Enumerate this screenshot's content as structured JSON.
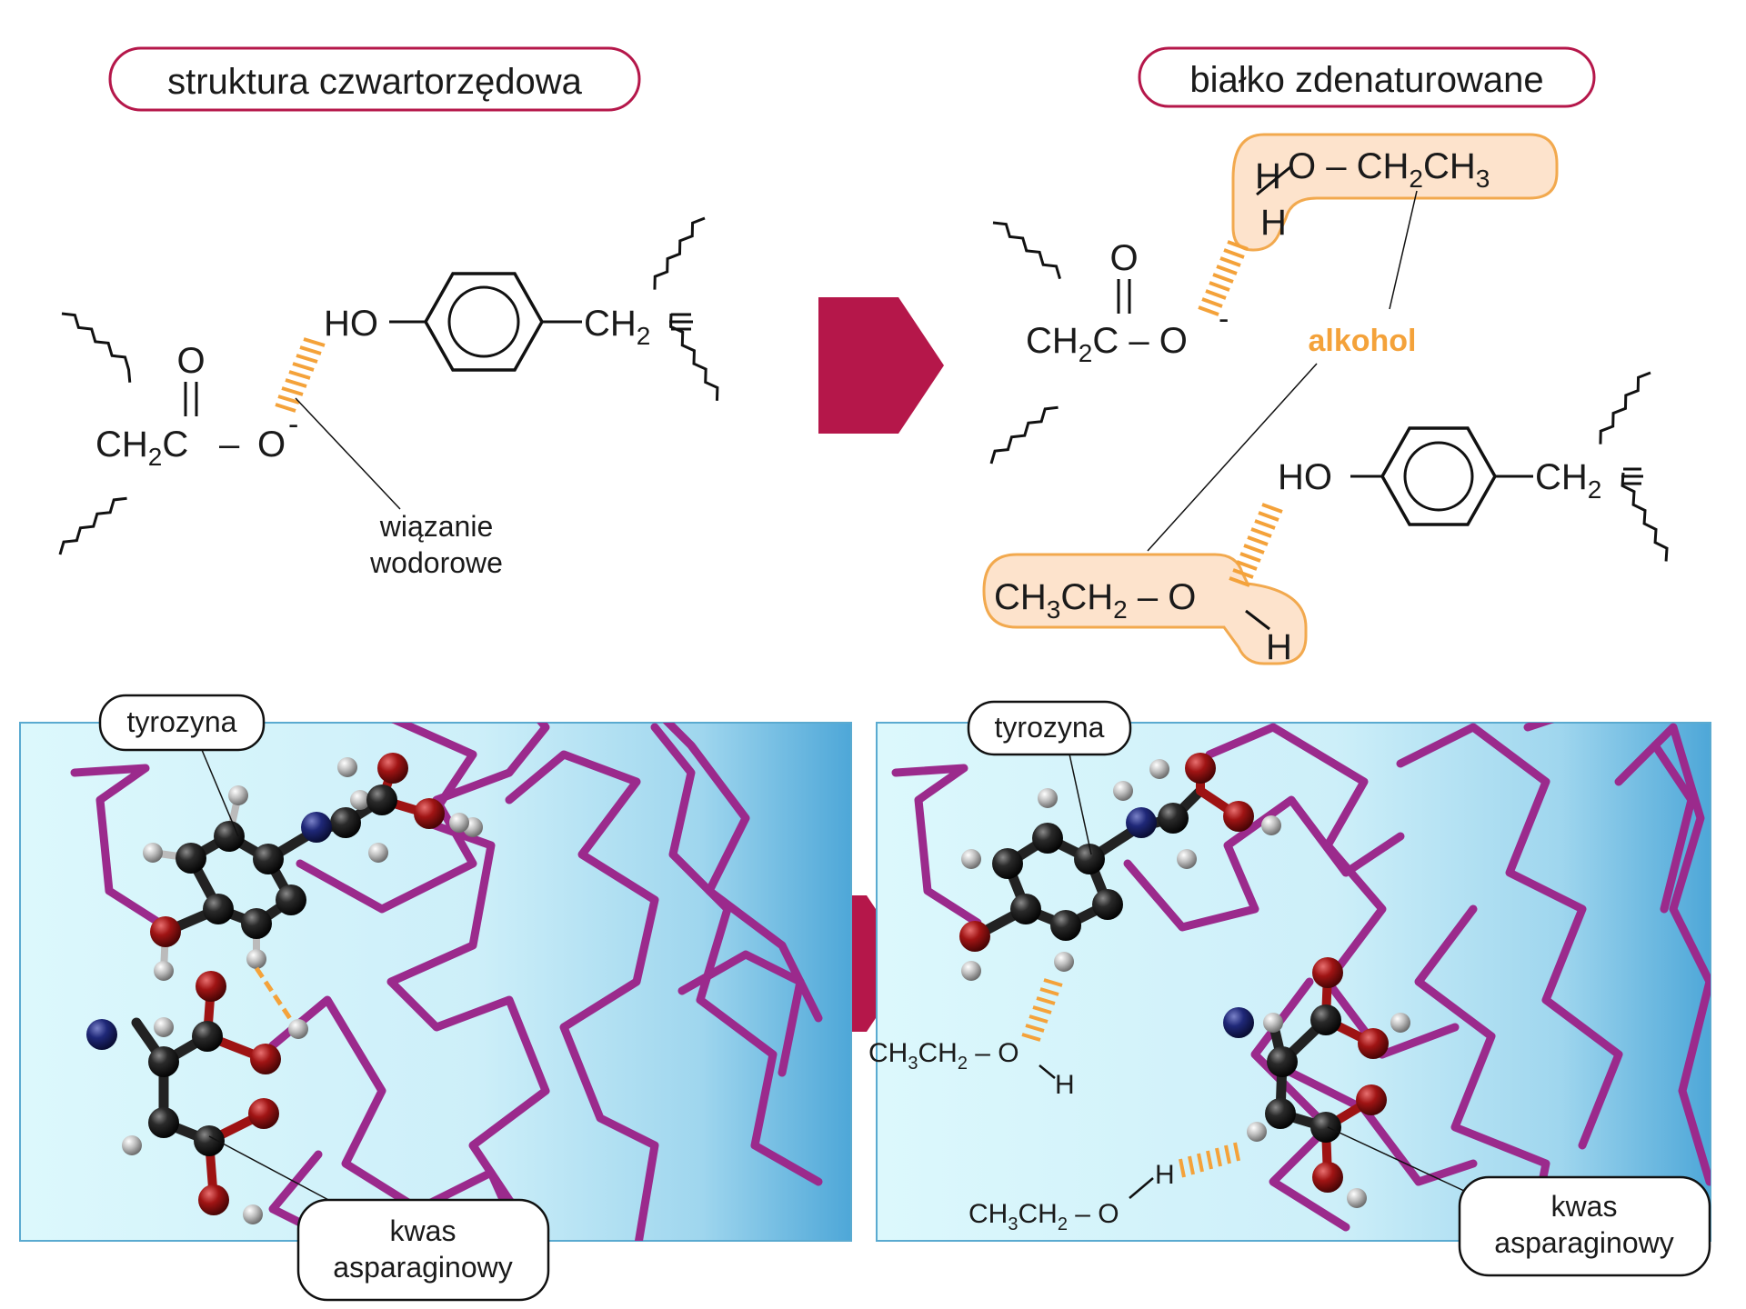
{
  "colors": {
    "accent": "#b5174a",
    "hbond": "#f4a23a",
    "alcohol_fill": "#fde3cc",
    "alcohol_stroke": "#f2a94e",
    "backbone": "#9b2a8c",
    "panel_light": "#d9f6fb",
    "panel_dark": "#4aa5d6",
    "carbon": "#222222",
    "oxygen": "#9e1313",
    "nitrogen": "#1c2470",
    "hydrogen": "#b8b8b8"
  },
  "titles": {
    "left": "struktura czwartorzędowa",
    "right": "białko zdenaturowane"
  },
  "left_formula": {
    "ho": "HO",
    "ch2_right": "CH",
    "o_double": "O",
    "ch2c_main": "CH",
    "ch2c_tail": "C",
    "dash": "–",
    "o_minus": "O",
    "minus": "-",
    "sub2": "2"
  },
  "annotation": {
    "line1": "wiązanie",
    "line2": "wodorowe"
  },
  "right_formula": {
    "alcohol_label": "alkohol",
    "h_top": "H",
    "o_ethyl_top": "O – CH",
    "ch_ethyl_mid": "CH",
    "sub3": "3",
    "sub2": "2",
    "o_double": "O",
    "ch2c_main": "CH",
    "ch2c_tail": "C – O",
    "minus": "-",
    "ho": "HO",
    "ch2_right": "CH",
    "ethyl_bottom_a": "CH",
    "ethyl_bottom_b": "CH",
    "ethyl_bottom_c": " – O",
    "h_bottom": "H"
  },
  "panels": {
    "tyrozyna": "tyrozyna",
    "kwas_line1": "kwas",
    "kwas_line2": "asparaginowy"
  },
  "panel_right_text": {
    "ethyl1_a": "CH",
    "ethyl1_b": "CH",
    "ethyl1_c": " – O",
    "h1": "H",
    "ethyl2_a": "CH",
    "ethyl2_b": "CH",
    "ethyl2_c": " – O",
    "h2": "H",
    "sub3": "3",
    "sub2": "2"
  }
}
